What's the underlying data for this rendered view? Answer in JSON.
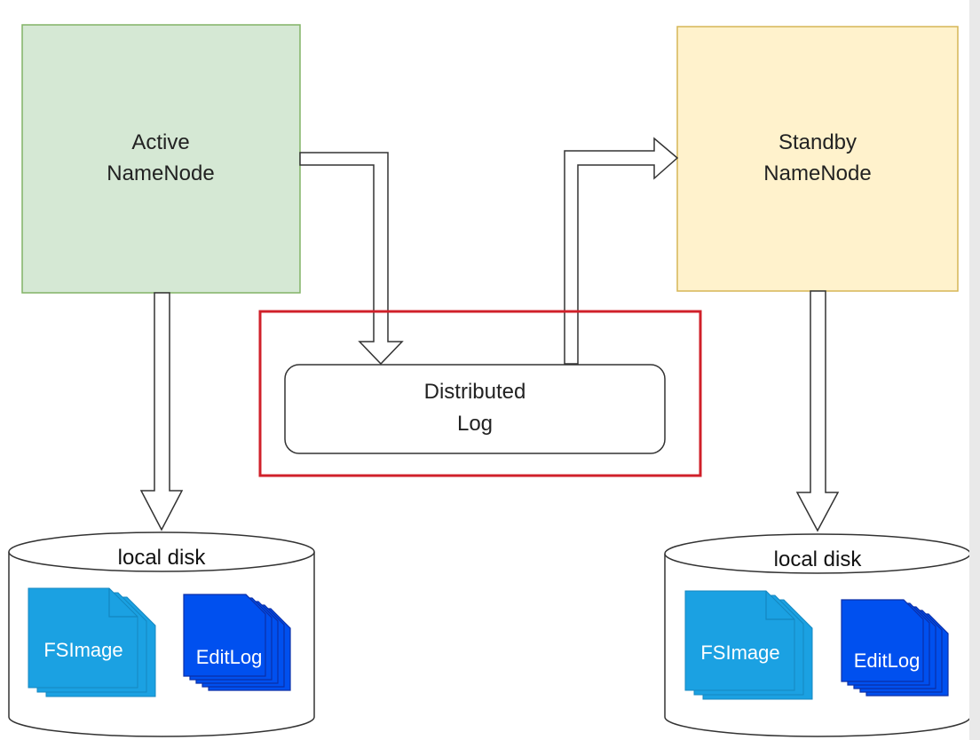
{
  "nodes": {
    "active": {
      "line1": "Active",
      "line2": "NameNode",
      "fill": "#d5e8d4",
      "stroke": "#82b366"
    },
    "standby": {
      "line1": "Standby",
      "line2": "NameNode",
      "fill": "#fff2cc",
      "stroke": "#d6b656"
    }
  },
  "log": {
    "line1": "Distributed",
    "line2": "Log",
    "highlight_color": "#d0202a"
  },
  "disks": {
    "left": {
      "label": "local disk",
      "fsimage": "FSImage",
      "editlog": "EditLog"
    },
    "right": {
      "label": "local disk",
      "fsimage": "FSImage",
      "editlog": "EditLog"
    }
  },
  "colors": {
    "fsimage": "#1ba1e2",
    "editlog": "#0050ef"
  }
}
